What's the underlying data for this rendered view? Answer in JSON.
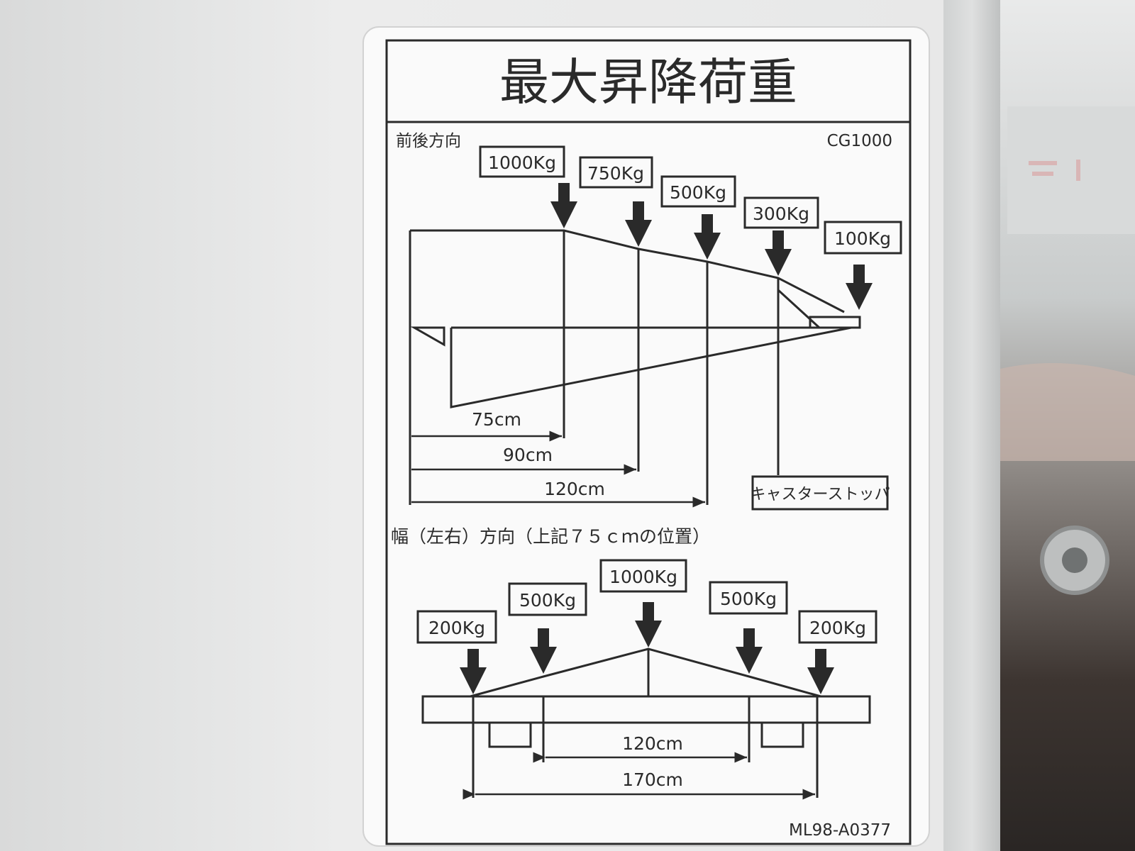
{
  "label": {
    "title": "最大昇降荷重",
    "model": "CG1000",
    "part_number": "ML98-A0377"
  },
  "front_back": {
    "heading": "前後方向",
    "loads": [
      "1000Kg",
      "750Kg",
      "500Kg",
      "300Kg",
      "100Kg"
    ],
    "distances": [
      "75cm",
      "90cm",
      "120cm"
    ],
    "caster_stopper": "キャスターストッパ"
  },
  "width": {
    "heading": "幅（左右）方向（上記７５ｃｍの位置）",
    "loads": [
      "200Kg",
      "500Kg",
      "1000Kg",
      "500Kg",
      "200Kg"
    ],
    "distances": [
      "120cm",
      "170cm"
    ]
  },
  "colors": {
    "panel": "#e6e7e7",
    "sticker": "#fafafa",
    "ink": "#2a2a2a",
    "frame": "#c9cbcb"
  }
}
